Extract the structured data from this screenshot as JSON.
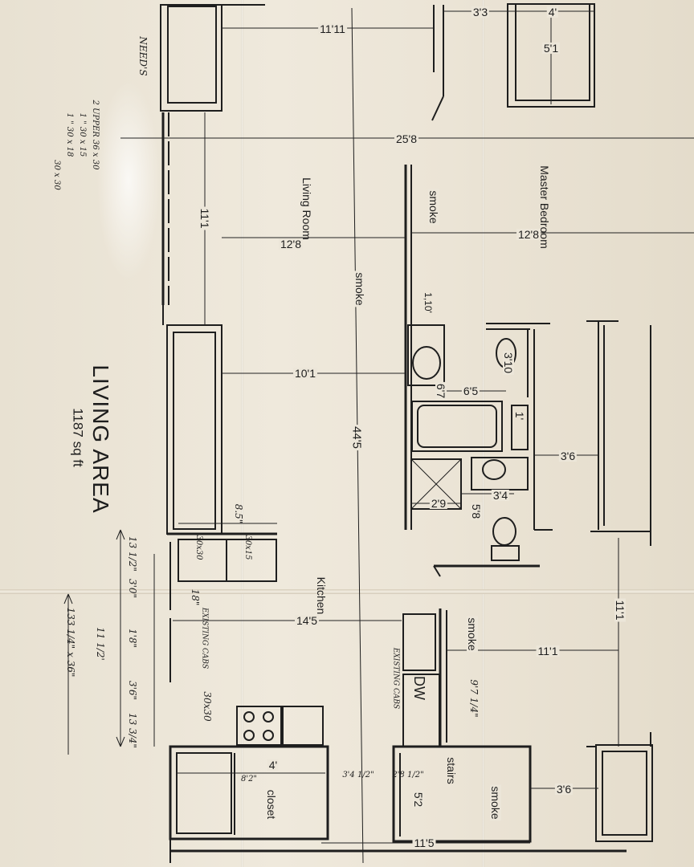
{
  "title": "LIVING AREA",
  "area": "1187 sq ft",
  "rooms": {
    "living": "Living Room",
    "master": "Master Bedroom",
    "kitchen": "Kitchen",
    "closet": "closet",
    "stairs": "stairs"
  },
  "smoke_label": "smoke",
  "dimensions": {
    "top_11_11": "11'11",
    "top_3_3": "3'3",
    "top_4": "4'",
    "top_5_1": "5'1",
    "d_25_8": "25'8",
    "d_11_1_left": "11'1",
    "d_12_8_living": "12'8",
    "d_12_8_master": "12'8",
    "d_1_10": "1,10'",
    "d_3_10": "3'10",
    "d_10_1": "10'1",
    "d_6_7": "6'7",
    "d_6_5": "6'5",
    "d_1": "1'",
    "d_44_5": "44'5",
    "d_3_6_upper": "3'6",
    "d_3_4": "3'4",
    "d_2_9": "2'9",
    "d_5_8": "5'8",
    "d_14_5": "14'5",
    "d_11_1_kitchen": "11'1",
    "d_11_1_right": "11'1",
    "d_4_lower": "4'",
    "d_3_6_lower": "3'6",
    "d_5_2": "5'2",
    "d_11_5": "11'5"
  },
  "appliances": {
    "dw": "DW",
    "cabinet_left": "30x30",
    "cabinet_right": "30x15"
  },
  "handwritten_notes": {
    "needs_header": "NEED'S",
    "needs_lines": [
      "2 UPPER 36 x 30",
      "1 \" 30 x 15",
      "1 \" 30 x 18",
      "30 x 30"
    ],
    "existing_cabs_left": "EXISTING CABS",
    "existing_cabs_right": "EXISTING CABS",
    "tick_row": [
      "13 1/2\"",
      "3'0\"",
      "1'8\"",
      "3'6\"",
      "13 3/4\""
    ],
    "row2": "11 1/2'",
    "row3": "133 1/4\" x 36\"",
    "measure_18": "18\"",
    "measure_30x30": "30x30",
    "measure_8_5": "8.5\"",
    "bottom_3_4": "3'4 1/2\"",
    "bottom_2_8": "2'8 1/2\"",
    "bottom_8_2": "8'2\"",
    "right_9_7": "9'7 1/4\""
  }
}
